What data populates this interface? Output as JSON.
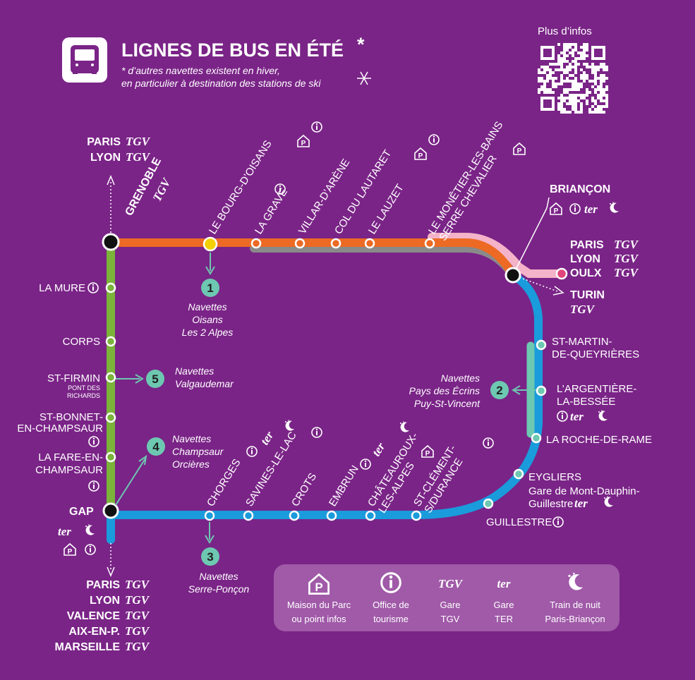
{
  "header": {
    "title": "LIGNES DE BUS EN ÉTÉ",
    "asterisk": "*",
    "subtitle_line1": "* d’autres navettes existent en hiver,",
    "subtitle_line2": "en particulier à destination des stations de ski"
  },
  "qr": {
    "label": "Plus d’infos"
  },
  "colors": {
    "background": "#7a2487",
    "green_line": "#7bb33b",
    "orange_line": "#ec6a24",
    "yellow_line": "#f0c400",
    "grey_line": "#8a8a8a",
    "pink_line": "#f4b3c8",
    "blue_line": "#1a9bdc",
    "teal_line": "#6dc8b1"
  },
  "grenoble": {
    "name": "GRENOBLE",
    "tgv": "TGV"
  },
  "paris_lyon_top": [
    {
      "city": "PARIS",
      "tgv": "TGV"
    },
    {
      "city": "LYON",
      "tgv": "TGV"
    }
  ],
  "north_stops": [
    {
      "name": "LE BOURG-D’OISANS"
    },
    {
      "name": "LA GRAVE"
    },
    {
      "name": "VILLAR-D’ARÈNE"
    },
    {
      "name": "COL DU LAUTARET"
    },
    {
      "name": "LE LAUZET"
    },
    {
      "name": "LE MONÊTIER-LES-BAINS",
      "name2": "SERRE CHEVALIER"
    }
  ],
  "briancon": {
    "name": "BRIANÇON",
    "ter": "ter"
  },
  "oulx_group": [
    {
      "city": "PARIS",
      "tgv": "TGV"
    },
    {
      "city": "LYON",
      "tgv": "TGV"
    },
    {
      "city": "OULX",
      "tgv": "TGV"
    }
  ],
  "turin": {
    "city": "TURIN",
    "tgv": "TGV"
  },
  "west_stops": [
    {
      "name": "LA MURE"
    },
    {
      "name": "CORPS"
    },
    {
      "name": "ST-FIRMIN",
      "sub1": "PONT DES",
      "sub2": "RICHARDS"
    },
    {
      "name": "ST-BONNET-",
      "name2": "EN-CHAMPSAUR"
    },
    {
      "name": "LA FARE-EN-",
      "name2": "CHAMPSAUR"
    }
  ],
  "gap": {
    "name": "GAP",
    "ter": "ter"
  },
  "south_group": [
    {
      "city": "PARIS",
      "tgv": "TGV"
    },
    {
      "city": "LYON",
      "tgv": "TGV"
    },
    {
      "city": "VALENCE",
      "tgv": "TGV"
    },
    {
      "city": "AIX-EN-P.",
      "tgv": "TGV"
    },
    {
      "city": "MARSEILLE",
      "tgv": "TGV"
    }
  ],
  "south_stops": [
    {
      "name": "CHORGES"
    },
    {
      "name": "SAVINES-LE-LAC"
    },
    {
      "name": "CROTS"
    },
    {
      "name": "EMBRUN"
    },
    {
      "name": "CHÂTEAUROUX-",
      "name2": "LES-ALPES"
    },
    {
      "name": "ST-CLÉMENT-",
      "name2": "S/DURANCE"
    }
  ],
  "east_stops": [
    {
      "name": "ST-MARTIN-",
      "name2": "DE-QUEYRIÈRES"
    },
    {
      "name": "L’ARGENTIÈRE-",
      "name2": "LA-BESSÉE"
    },
    {
      "name": "LA ROCHE-DE-RAME"
    },
    {
      "name": "EYGLIERS",
      "sub1": "Gare de Mont-Dauphin-",
      "sub2": "Guillestre"
    },
    {
      "name": "GUILLESTRE"
    }
  ],
  "shuttles": [
    {
      "num": "1",
      "l1": "Navettes",
      "l2": "Oisans",
      "l3": "Les 2 Alpes"
    },
    {
      "num": "2",
      "l1": "Navettes",
      "l2": "Pays des Écrins",
      "l3": "Puy-St-Vincent"
    },
    {
      "num": "3",
      "l1": "Navettes",
      "l2": "Serre-Ponçon"
    },
    {
      "num": "4",
      "l1": "Navettes",
      "l2": "Champsaur",
      "l3": "Orcières"
    },
    {
      "num": "5",
      "l1": "Navettes",
      "l2": "Valgaudemar"
    }
  ],
  "legend": [
    {
      "icon": "park-house-icon",
      "l1": "Maison du Parc",
      "l2": "ou point infos"
    },
    {
      "icon": "info-icon",
      "l1": "Office de",
      "l2": "tourisme"
    },
    {
      "icon": "tgv-logo",
      "logo": "TGV",
      "l1": "Gare",
      "l2": "TGV"
    },
    {
      "icon": "ter-logo",
      "logo": "ter",
      "l1": "Gare",
      "l2": "TER"
    },
    {
      "icon": "night-train-icon",
      "l1": "Train de nuit",
      "l2": "Paris-Briançon"
    }
  ]
}
